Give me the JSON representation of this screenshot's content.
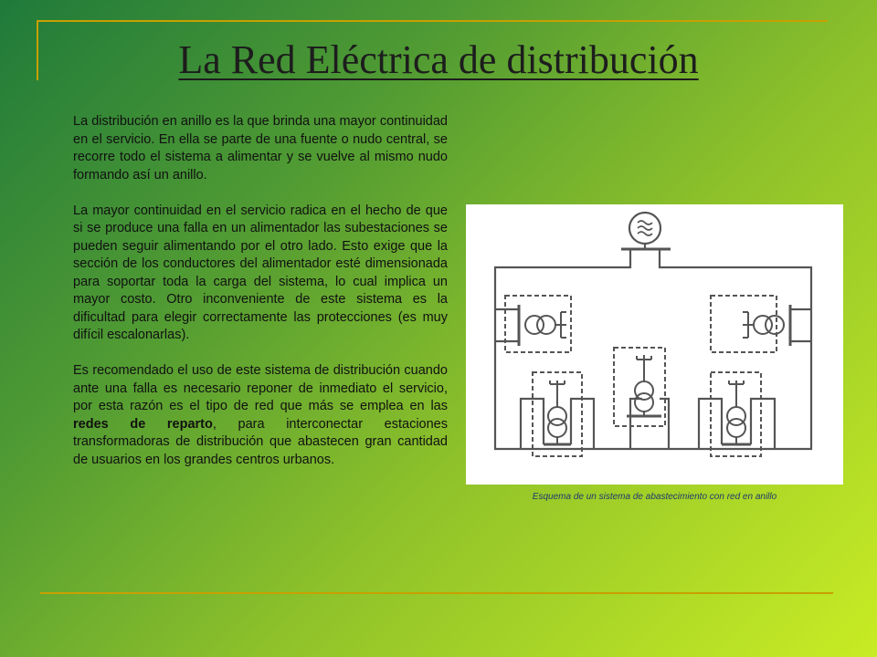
{
  "slide": {
    "title": "La Red Eléctrica de distribución",
    "paragraph_1": "La distribución en anillo es la que brinda una mayor continuidad en el servicio. En ella se parte de una fuente o nudo central, se recorre todo el sistema a alimentar y se vuelve al mismo nudo formando así un anillo.",
    "paragraph_2": "La mayor continuidad en el servicio radica en el hecho de que si se produce una falla en un alimentador las subestaciones se pueden seguir alimentando por el otro lado. Esto exige que la sección de los conductores del alimentador esté dimensionada para soportar toda la carga del sistema, lo cual implica un mayor costo. Otro inconveniente de este sistema es la dificultad para elegir correctamente las protecciones (es muy difícil escalonarlas).",
    "paragraph_3_before": "Es recomendado el uso de este sistema de distribución cuando ante una falla es necesario reponer de inmediato el servicio, por esta razón es el tipo de red que más se emplea en las ",
    "paragraph_3_bold": "redes de reparto",
    "paragraph_3_after": ", para interconectar estaciones transformadoras de distribución que abastecen gran cantidad de usuarios en los grandes centros urbanos.",
    "figure_caption": "Esquema de un sistema de abastecimiento con red en anillo"
  },
  "colors": {
    "accent_line": "#c8a000",
    "caption": "#1f3a6b",
    "diagram_stroke": "#555555"
  }
}
